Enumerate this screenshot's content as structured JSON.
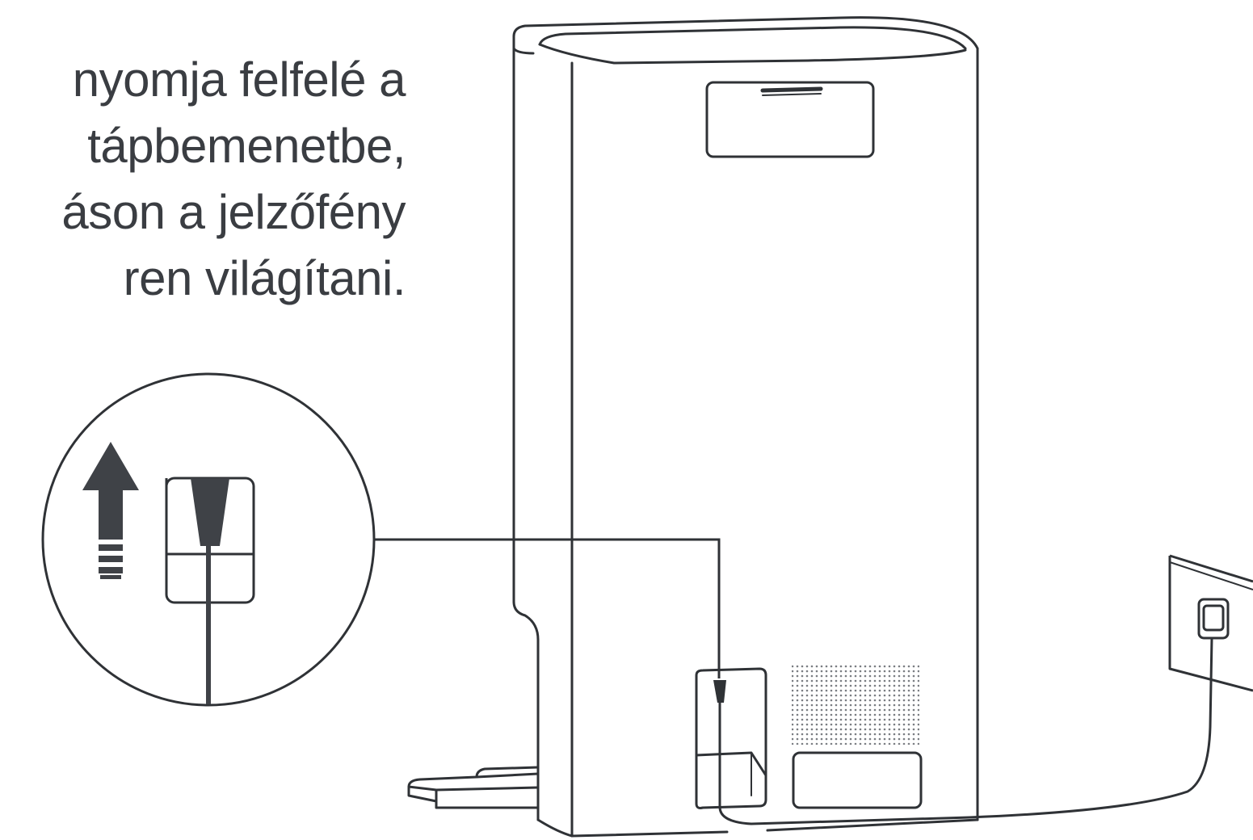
{
  "instruction": {
    "lines": [
      "nyomja felfelé a",
      "tápbemenetbe,",
      "áson a jelzőfény",
      "ren világítani."
    ]
  },
  "colors": {
    "outline": "#2f3236",
    "ink": "#45484d",
    "background": "#ffffff"
  },
  "icons": {
    "arrow": "up-arrow-icon",
    "plug": "power-plug-icon",
    "outlet": "wall-outlet-icon"
  }
}
